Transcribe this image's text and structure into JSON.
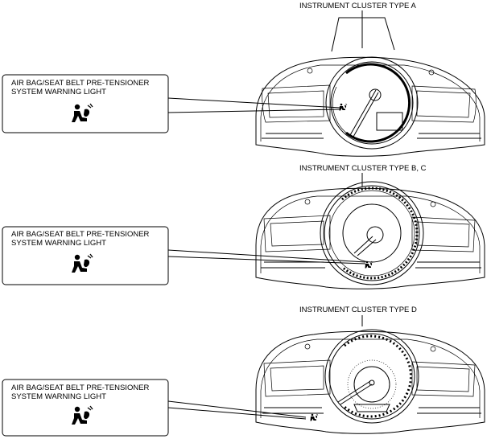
{
  "sections": [
    {
      "caption": "INSTRUMENT CLUSTER TYPE A",
      "callout_line1": "AIR BAG/SEAT BELT PRE-TENSIONER",
      "callout_line2": "SYSTEM WARNING LIGHT",
      "icon": "airbag-warning-icon"
    },
    {
      "caption": "INSTRUMENT CLUSTER TYPE B, C",
      "callout_line1": "AIR BAG/SEAT BELT PRE-TENSIONER",
      "callout_line2": "SYSTEM WARNING LIGHT",
      "icon": "airbag-warning-icon"
    },
    {
      "caption": "INSTRUMENT CLUSTER TYPE D",
      "callout_line1": "AIR BAG/SEAT BELT PRE-TENSIONER",
      "callout_line2": "SYSTEM WARNING LIGHT",
      "icon": "airbag-warning-icon"
    }
  ]
}
